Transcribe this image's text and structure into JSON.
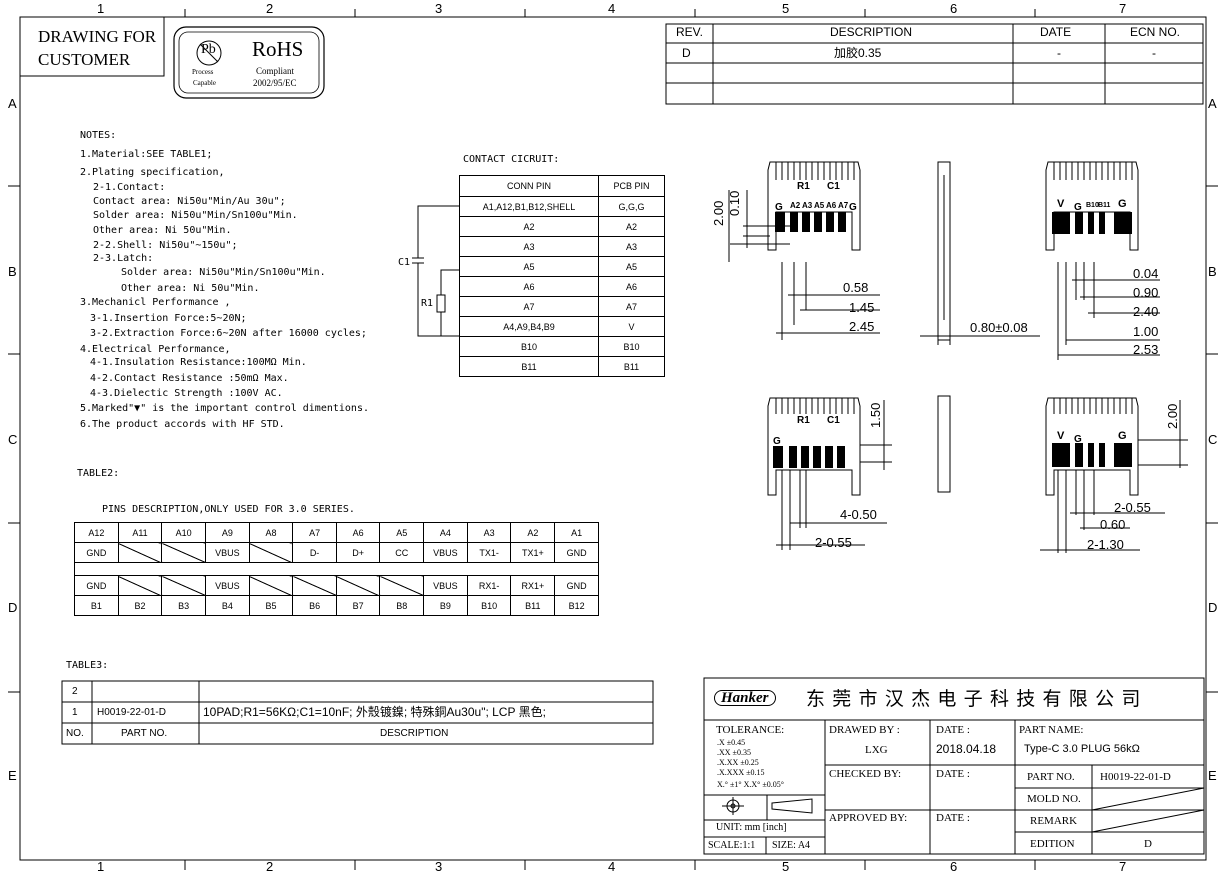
{
  "border": {
    "columns": [
      "1",
      "2",
      "3",
      "4",
      "5",
      "6",
      "7"
    ],
    "rows": [
      "A",
      "B",
      "C",
      "D",
      "E"
    ]
  },
  "header": {
    "drawing_for": "DRAWING FOR",
    "customer": "CUSTOMER",
    "pb_label": "Pb",
    "pb_sub1": "Process",
    "pb_sub2": "Capable",
    "rohs": "RoHS",
    "rohs_sub1": "Compliant",
    "rohs_sub2": "2002/95/EC"
  },
  "revision_table": {
    "headers": [
      "REV.",
      "DESCRIPTION",
      "DATE",
      "ECN NO."
    ],
    "rows": [
      [
        "D",
        "加胶0.35",
        "-",
        "-"
      ]
    ]
  },
  "notes": {
    "title": "NOTES:",
    "lines": [
      "1.Material:SEE TABLE1;",
      "2.Plating specification,",
      "2-1.Contact:",
      "Contact area: Ni50u\"Min/Au 30u\";",
      "Solder area: Ni50u\"Min/Sn100u\"Min.",
      "Other area: Ni 50u\"Min.",
      "2-2.Shell: Ni50u\"~150u\";",
      "2-3.Latch:",
      "Solder area: Ni50u\"Min/Sn100u\"Min.",
      "Other area: Ni 50u\"Min.",
      "3.Mechanicl Performance ,",
      "3-1.Insertion Force:5~20N;",
      "3-2.Extraction Force:6~20N after 16000 cycles;",
      "4.Electrical Performance,",
      "4-1.Insulation Resistance:100MΩ Min.",
      "4-2.Contact Resistance :50mΩ Max.",
      "4-3.Dielectic Strength :100V AC.",
      "5.Marked\"▼\" is the important control dimentions.",
      "6.The product accords with HF STD."
    ]
  },
  "contact_circuit": {
    "title": "CONTACT CICRUIT:",
    "headers": [
      "CONN PIN",
      "PCB PIN"
    ],
    "rows": [
      [
        "A1,A12,B1,B12,SHELL",
        "G,G,G"
      ],
      [
        "A2",
        "A2"
      ],
      [
        "A3",
        "A3"
      ],
      [
        "A5",
        "A5"
      ],
      [
        "A6",
        "A6"
      ],
      [
        "A7",
        "A7"
      ],
      [
        "A4,A9,B4,B9",
        "V"
      ],
      [
        "B10",
        "B10"
      ],
      [
        "B11",
        "B11"
      ]
    ],
    "c1": "C1",
    "r1": "R1"
  },
  "table2": {
    "title": "TABLE2:",
    "subtitle": "PINS DESCRIPTION,ONLY USED FOR 3.0 SERIES.",
    "row_a_pins": [
      "A12",
      "A11",
      "A10",
      "A9",
      "A8",
      "A7",
      "A6",
      "A5",
      "A4",
      "A3",
      "A2",
      "A1"
    ],
    "row_a_desc": [
      "GND",
      "",
      "",
      "VBUS",
      "",
      "D-",
      "D+",
      "CC",
      "VBUS",
      "TX1-",
      "TX1+",
      "GND"
    ],
    "row_b_desc": [
      "GND",
      "",
      "",
      "VBUS",
      "",
      "",
      "",
      "",
      "VBUS",
      "RX1-",
      "RX1+",
      "GND"
    ],
    "row_b_pins": [
      "B1",
      "B2",
      "B3",
      "B4",
      "B5",
      "B6",
      "B7",
      "B8",
      "B9",
      "B10",
      "B11",
      "B12"
    ]
  },
  "table3": {
    "title": "TABLE3:",
    "rows": [
      {
        "no": "2",
        "part": "",
        "desc": ""
      },
      {
        "no": "1",
        "part": "H0019-22-01-D",
        "desc": "10PAD;R1=56KΩ;C1=10nF; 外殼镀鎳; 特殊銅Au30u\"; LCP 黑色;"
      }
    ],
    "headers": {
      "no": "NO.",
      "part": "PART NO.",
      "desc": "DESCRIPTION"
    }
  },
  "drawing_labels": {
    "top_left": [
      "R1",
      "C1",
      "G",
      "A2",
      "A3",
      "A5",
      "A6",
      "A7",
      "G"
    ],
    "top_right": [
      "V",
      "G",
      "B10",
      "B11",
      "G"
    ],
    "dims_top_left": [
      "0.10",
      "2.00",
      "0.58",
      "1.45",
      "2.45"
    ],
    "dim_side": "0.80±0.08",
    "dims_top_right": [
      "0.04",
      "0.90",
      "2.40",
      "1.00",
      "2.53"
    ],
    "dims_bottom_left": [
      "1.50",
      "4-0.50",
      "2-0.55"
    ],
    "dims_bottom_right": [
      "2.00",
      "2-0.55",
      "0.60",
      "2-1.30"
    ]
  },
  "title_block": {
    "logo": "Hanker",
    "company": "东 莞 市 汉 杰 电 子 科 技 有 限 公 司",
    "tolerance_label": "TOLERANCE:",
    "tolerances": [
      ".X      ±0.45",
      ".XX     ±0.35",
      ".X.XX   ±0.25",
      ".X.XXX  ±0.15"
    ],
    "angle_tol": "X.°  ±1°     X.X° ±0.05°",
    "unit": "UNIT: mm [inch]",
    "scale": "SCALE:1:1",
    "size": "SIZE: A4",
    "drawed_by_label": "DRAWED BY :",
    "drawed_by": "LXG",
    "date_label": "DATE :",
    "date": "2018.04.18",
    "checked_by_label": "CHECKED BY:",
    "approved_by_label": "APPROVED BY:",
    "part_name_label": "PART NAME:",
    "part_name": "Type-C 3.0 PLUG 56kΩ",
    "part_no_label": "PART NO.",
    "part_no": "H0019-22-01-D",
    "mold_no_label": "MOLD NO.",
    "remark_label": "REMARK",
    "edition_label": "EDITION",
    "edition": "D"
  }
}
